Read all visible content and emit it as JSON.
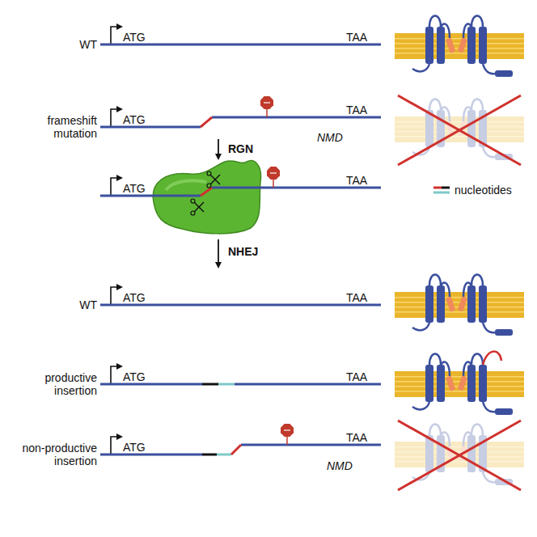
{
  "diagram": {
    "labels": [
      "WT",
      "ATG",
      "TAA",
      "frameshift mutation",
      "ATG",
      "TAA",
      "NMD",
      "RGN",
      "ATG",
      "TAA",
      "NHEJ",
      "WT",
      "ATG",
      "TAA",
      "productive insertion",
      "ATG",
      "TAA",
      "non-productive insertion",
      "ATG",
      "TAA",
      "NMD"
    ],
    "legend": [
      {
        "text": "nucleotides"
      }
    ]
  }
}
